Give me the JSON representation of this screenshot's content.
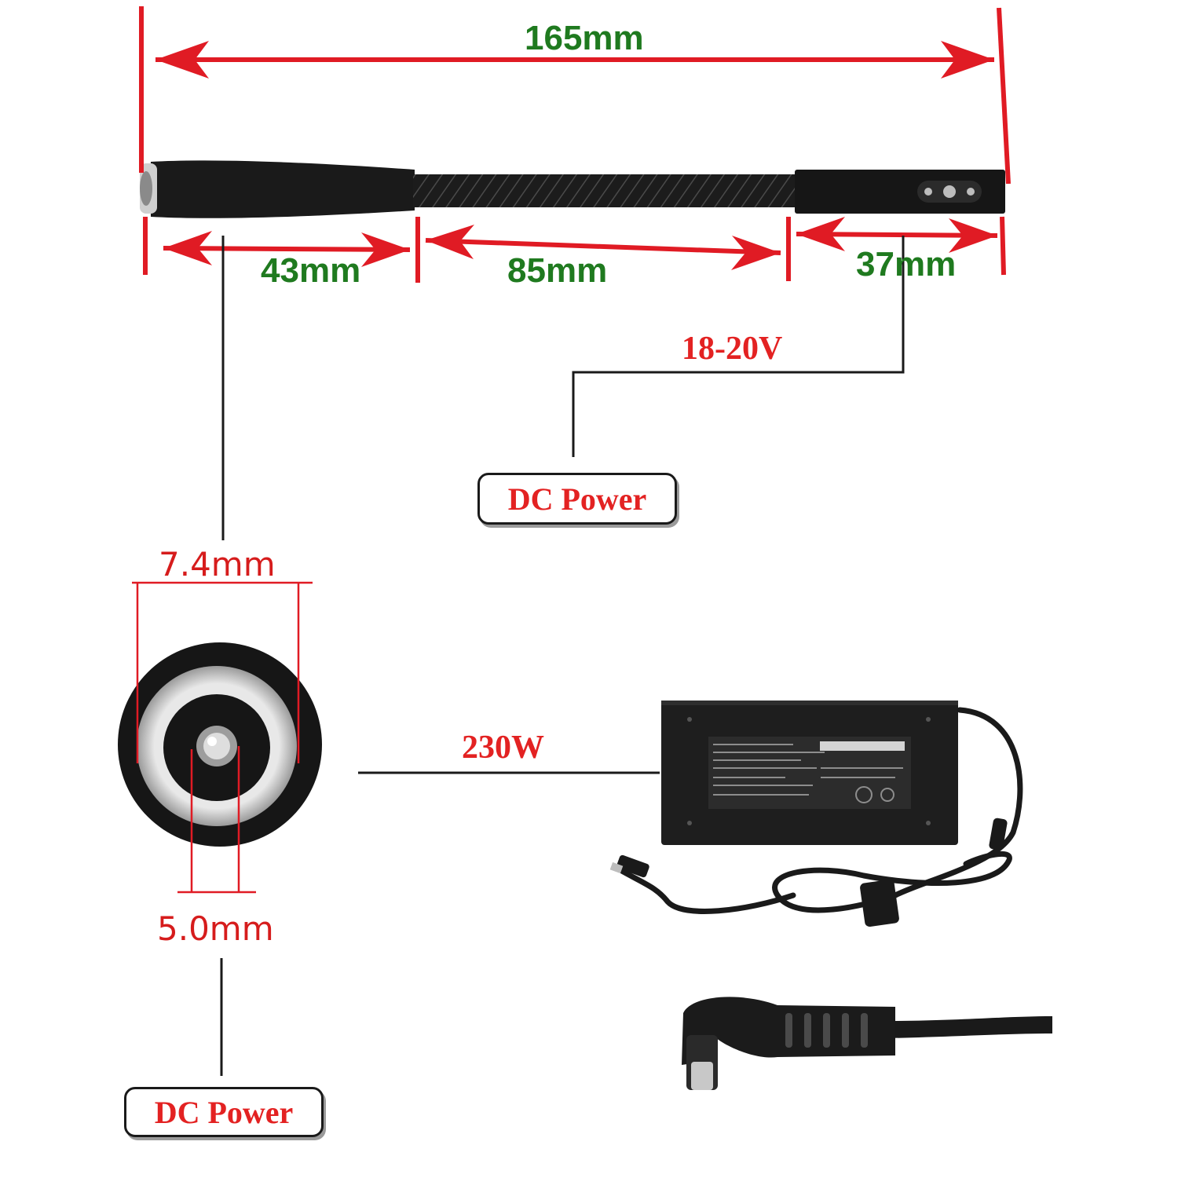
{
  "dimensions": {
    "total": "165mm",
    "plug_section": "43mm",
    "cable_section": "85mm",
    "tip_section": "37mm"
  },
  "voltage_label": "18-20V",
  "power_label": "230W",
  "barrel": {
    "outer_diameter": "7.4mm",
    "inner_diameter": "5.0mm"
  },
  "badges": {
    "top": "DC Power",
    "bottom": "DC Power"
  },
  "colors": {
    "dimension_line": "#e01b24",
    "dimension_text": "#1f7a1f",
    "spec_text": "#e32222"
  }
}
